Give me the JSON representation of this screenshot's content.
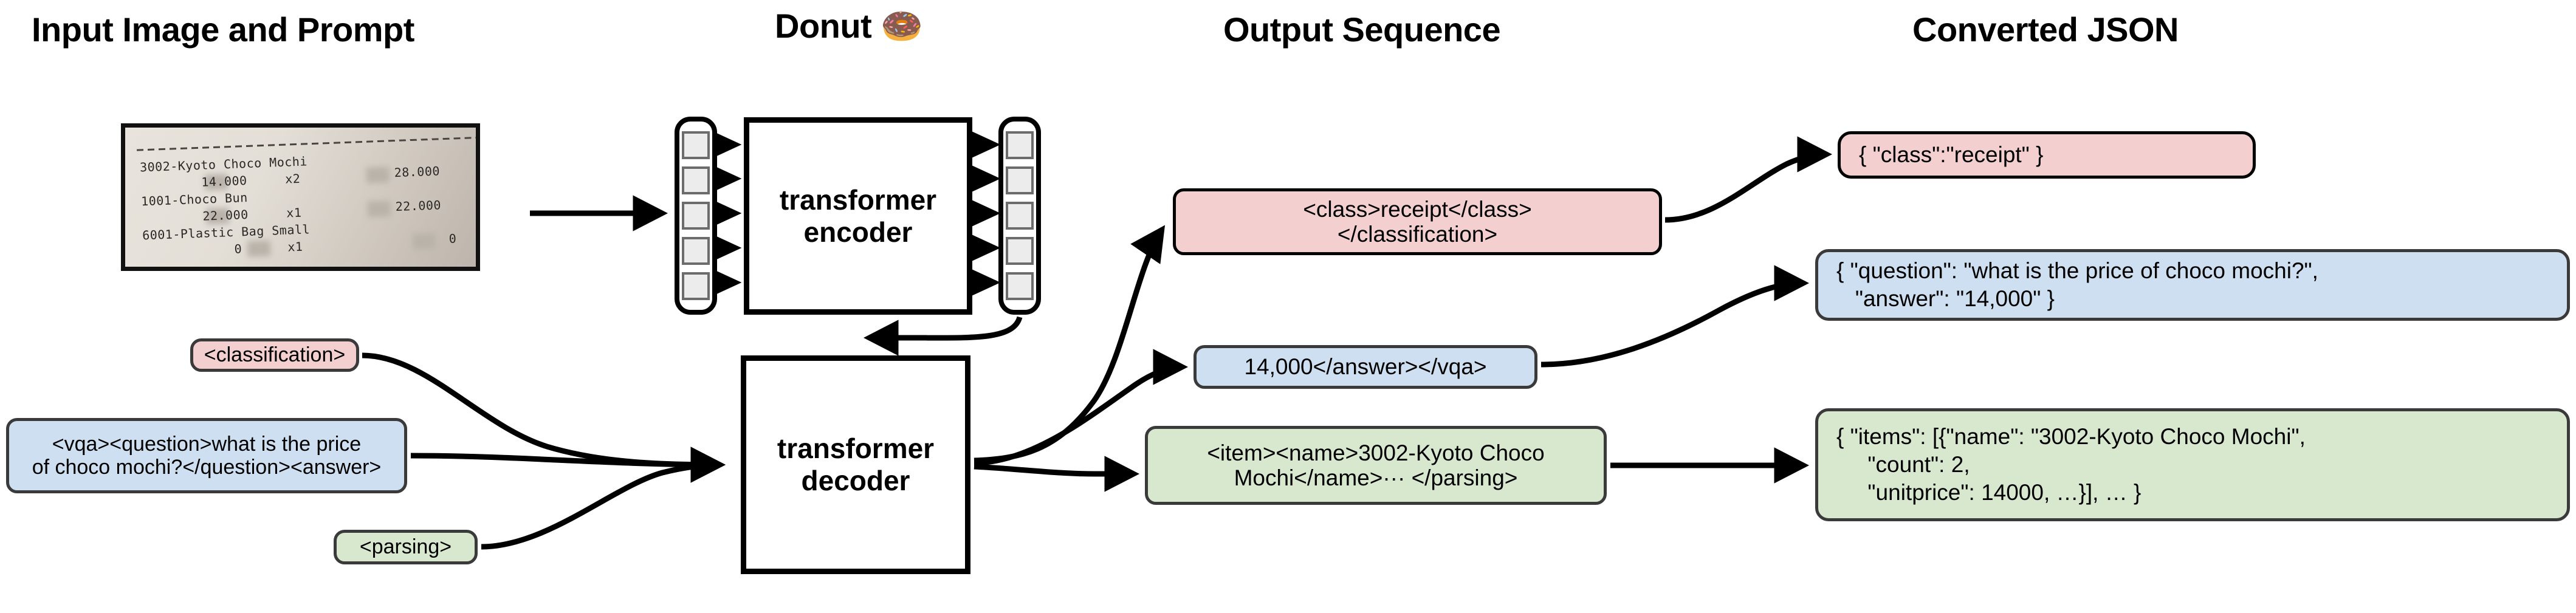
{
  "headers": [
    {
      "label": "Input Image and Prompt"
    },
    {
      "label": "Donut 🍩"
    },
    {
      "label": "Output Sequence"
    },
    {
      "label": "Converted JSON"
    }
  ],
  "receipt": {
    "lines": [
      "3002-Kyoto Choco Mochi",
      "        14.000     x2",
      "1001-Choco Bun",
      "        22.000     x1",
      "6001-Plastic Bag Small",
      "            0      x1"
    ],
    "right_column": [
      "28.000",
      "22.000",
      "0"
    ],
    "alt": "photo of a printed cash register receipt"
  },
  "model": {
    "encoder_label": "transformer\nencoder",
    "decoder_label": "transformer\ndecoder",
    "input_tokens": 5,
    "output_tokens": 5
  },
  "prompts": [
    {
      "id": "classification",
      "text": "<classification>",
      "color": "#f3cfcf"
    },
    {
      "id": "vqa",
      "text": "<vqa><question>what is the price\nof choco mochi?</question><answer>",
      "color": "#cddff0"
    },
    {
      "id": "parsing",
      "text": "<parsing>",
      "color": "#d8e8cf"
    }
  ],
  "output_sequences": [
    {
      "id": "classification",
      "text": "<class>receipt</class>\n</classification>",
      "color": "#f3cfcf"
    },
    {
      "id": "vqa",
      "text": "14,000</answer></vqa>",
      "color": "#cddff0"
    },
    {
      "id": "parsing",
      "text": "<item><name>3002-Kyoto Choco\nMochi</name>··· </parsing>",
      "color": "#d8e8cf"
    }
  ],
  "converted_json": [
    {
      "id": "classification",
      "text": "{ \"class\":\"receipt\" }",
      "color": "#f3cfcf"
    },
    {
      "id": "vqa",
      "text": "{ \"question\": \"what is the price of choco mochi?\",\n   \"answer\": \"14,000\" }",
      "color": "#cddff0"
    },
    {
      "id": "parsing",
      "text": "{ \"items\": [{\"name\": \"3002-Kyoto Choco Mochi\",\n     \"count\": 2,\n     \"unitprice\": 14000, …}], … }",
      "color": "#d8e8cf"
    }
  ],
  "colors": {
    "pink": "#f3cfcf",
    "blue": "#cddff0",
    "green": "#d8e8cf",
    "box_border": "#3a3a3a",
    "line": "#000000",
    "token_fill": "#ececec"
  }
}
